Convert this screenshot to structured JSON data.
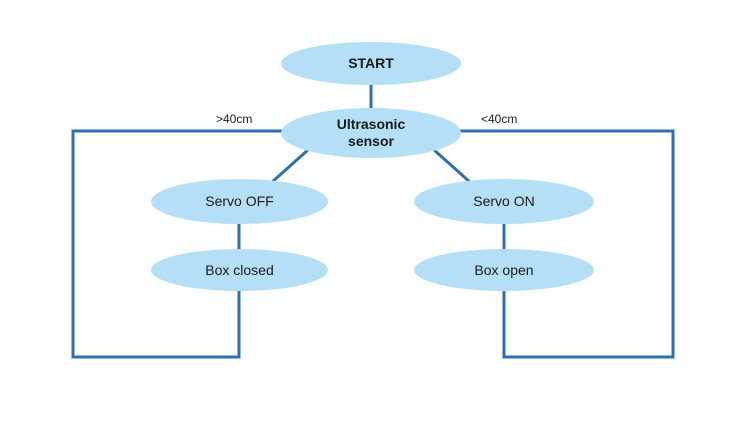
{
  "nodes": {
    "start": "START",
    "sensor": "Ultrasonic sensor",
    "servo_off": "Servo OFF",
    "servo_on": "Servo ON",
    "box_closed": "Box closed",
    "box_open": "Box open"
  },
  "edge_labels": {
    "greater": ">40cm",
    "less": "<40cm"
  },
  "colors": {
    "node_fill": "#b4dff6",
    "connector": "#2e6fb0"
  }
}
